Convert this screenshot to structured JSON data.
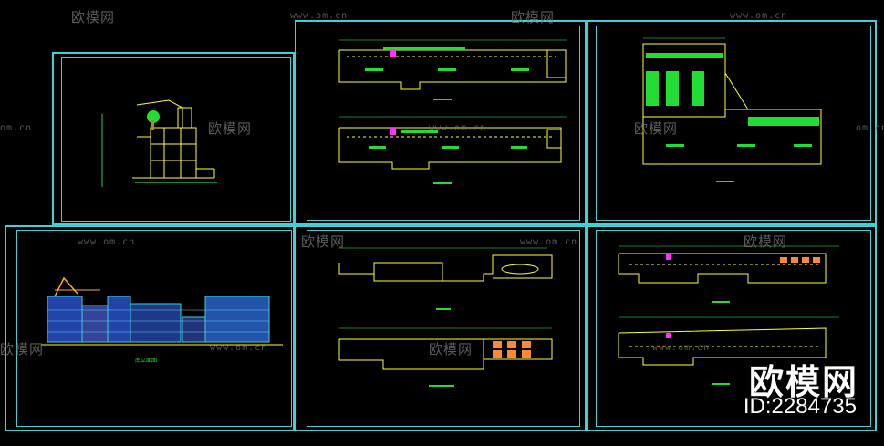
{
  "watermark": {
    "brand": "欧模网",
    "url": "www.om.cn",
    "url_short": "om.cn",
    "id_label": "ID:2284735"
  },
  "captions": {
    "elevation_title": "南立面图"
  },
  "colors": {
    "frame": "#3fd0d8",
    "wall": "#ffff33",
    "fill": "#22dd33",
    "accent": "#ff33ff",
    "dim": "#33ff66"
  }
}
